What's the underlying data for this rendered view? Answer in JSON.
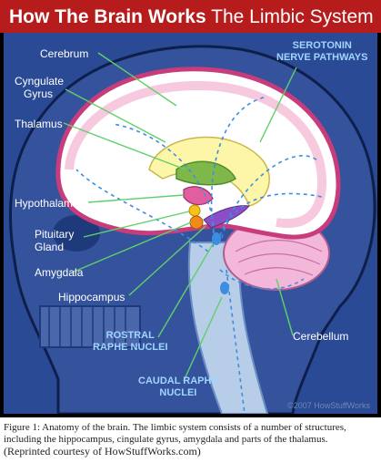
{
  "header": {
    "title_bold": "How The Brain Works",
    "title_rest": "The Limbic System",
    "background": "#b71c1c"
  },
  "labels": {
    "cerebrum": "Cerebrum",
    "cyngulate": "Cyngulate",
    "gyrus": "Gyrus",
    "thalamus": "Thalamus",
    "hypothalamus": "Hypothalamus",
    "pituitary": "Pituitary",
    "gland": "Gland",
    "amygdala": "Amygdala",
    "hippocampus": "Hippocampus",
    "cerebellum": "Cerebellum",
    "serotonin_1": "SEROTONIN",
    "serotonin_2": "NERVE PATHWAYS",
    "rostral_1": "ROSTRAL",
    "rostral_2": "RAPHE NUCLEI",
    "caudal_1": "CAUDAL RAPHE",
    "caudal_2": "NUCLEI"
  },
  "copyright": "©2007 HowStuffWorks",
  "caption": {
    "text": "Figure 1: Anatomy of the brain. The limbic system consists of a number of structures, including the hippocampus, cingulate gyrus, amygdala and parts of the thalamus.",
    "credit": "(Reprinted courtesy of HowStuffWorks.com)"
  },
  "colors": {
    "panel": "#2a4a95",
    "leader": "#5fd06a",
    "label_blue": "#9fd6ff",
    "pathway": "#3d8ee0"
  }
}
